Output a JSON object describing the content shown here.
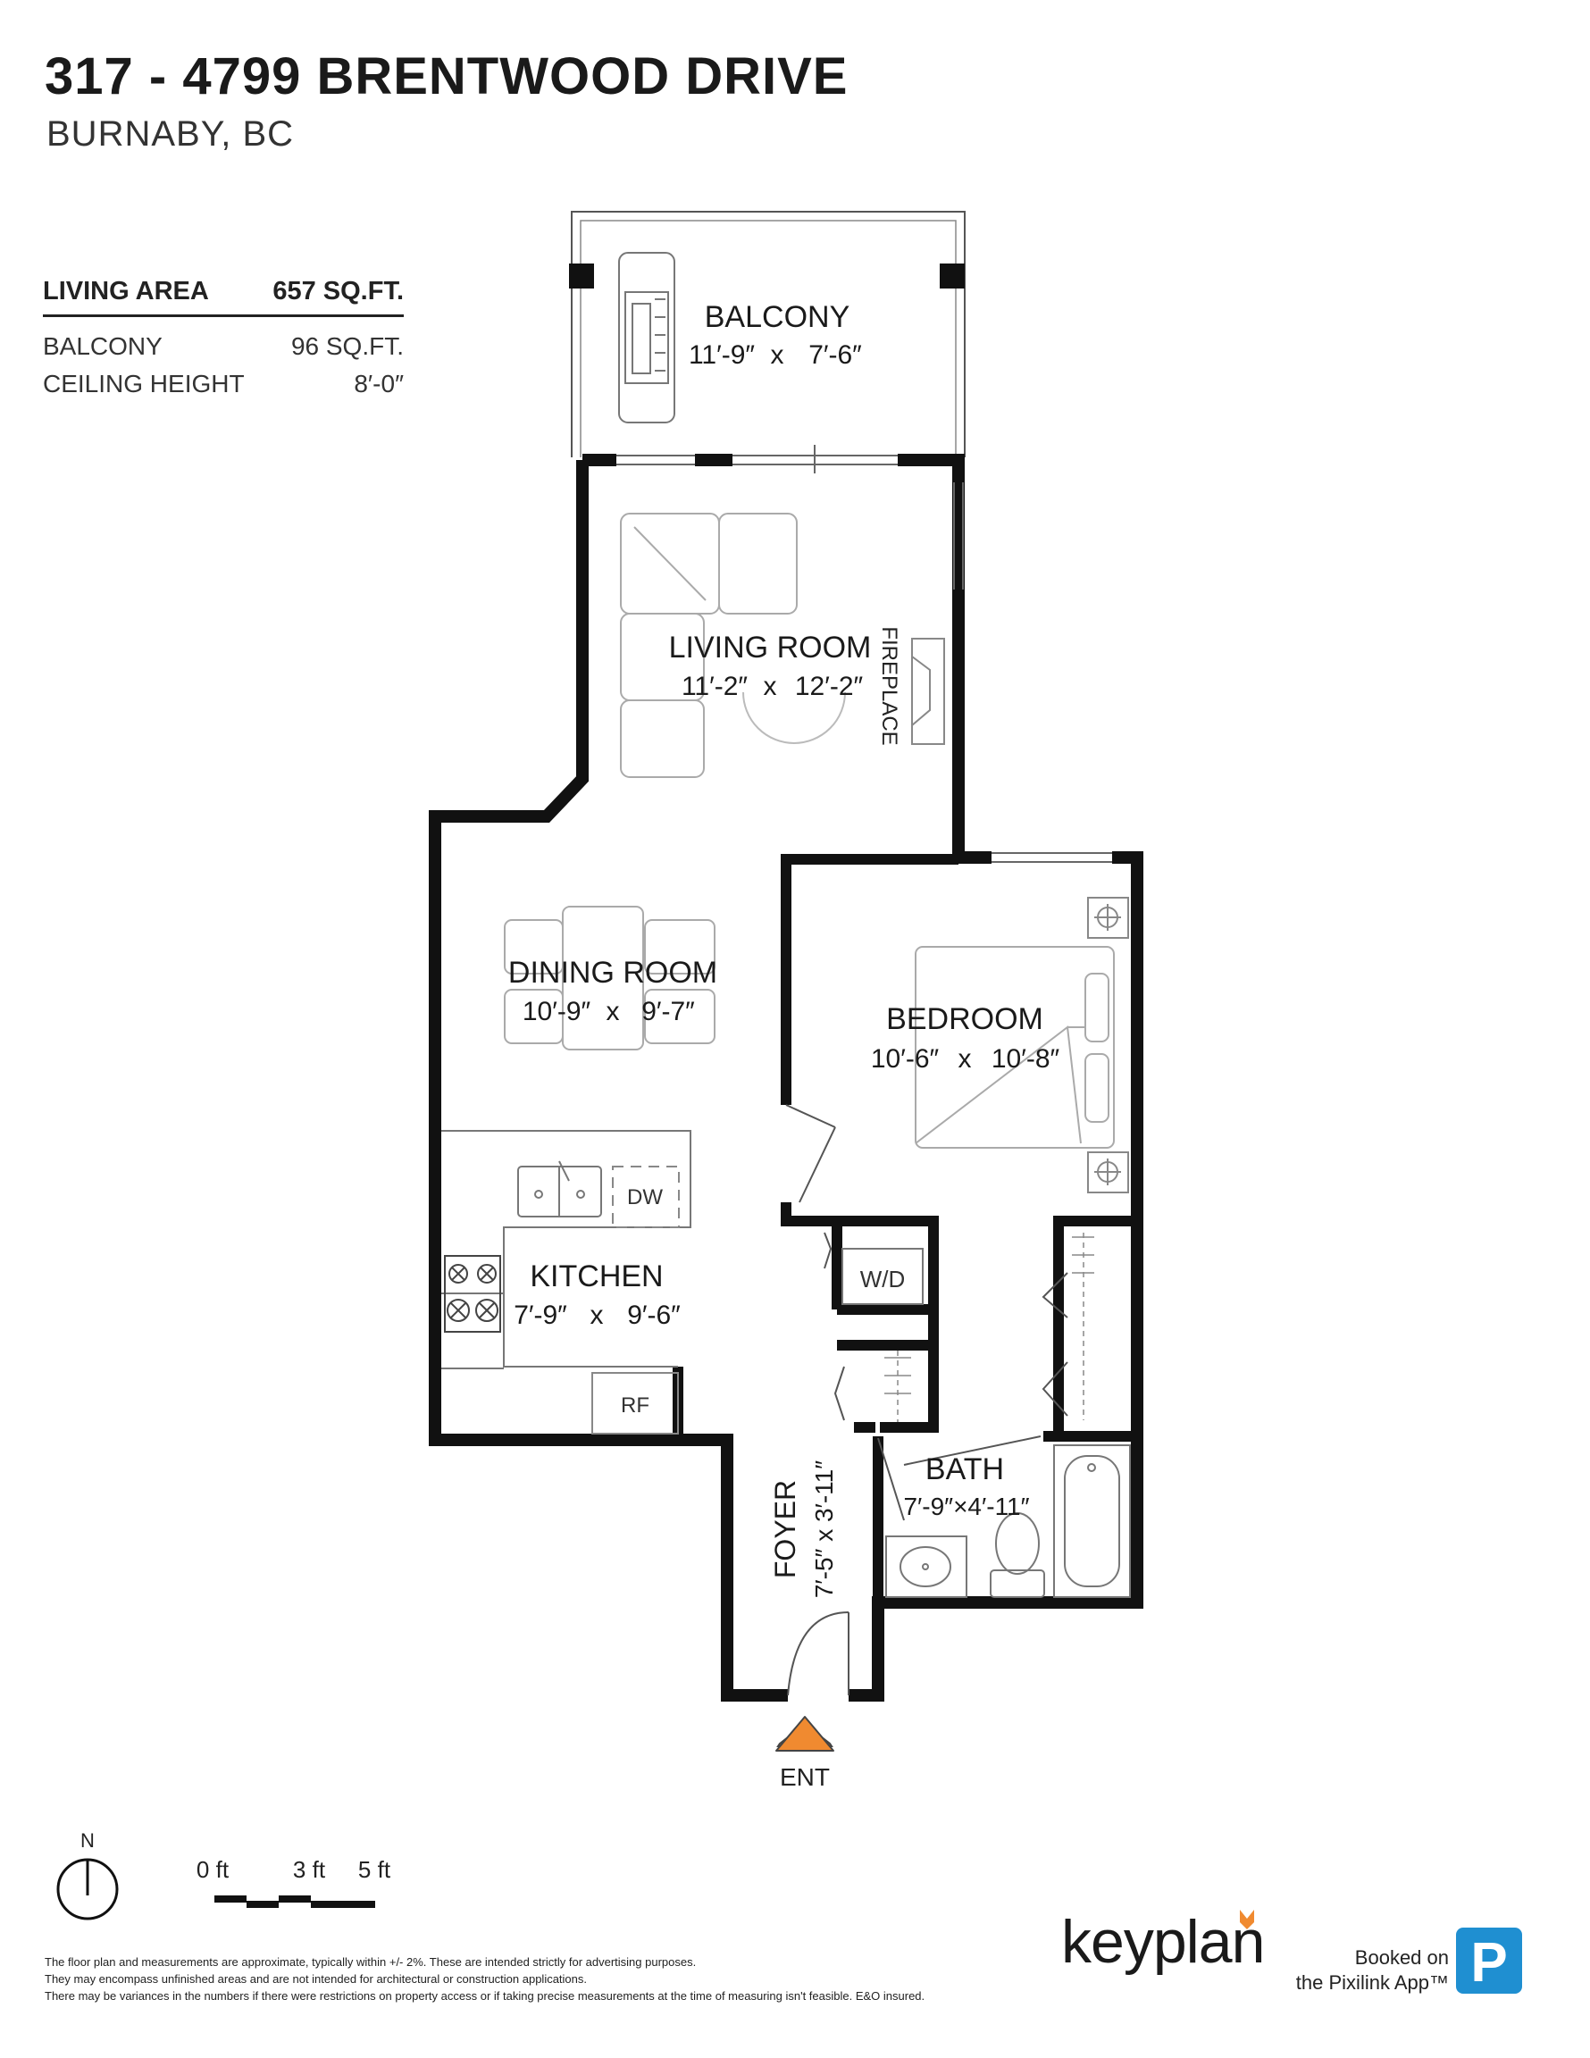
{
  "header": {
    "title": "317 - 4799 BRENTWOOD DRIVE",
    "subtitle": "BURNABY, BC"
  },
  "stats": [
    {
      "label": "LIVING AREA",
      "value": "657 SQ.FT."
    },
    {
      "label": "BALCONY",
      "value": "96 SQ.FT."
    },
    {
      "label": "CEILING HEIGHT",
      "value": "8′-0″"
    }
  ],
  "rooms": {
    "balcony": {
      "name": "BALCONY",
      "w": "11′-9″",
      "x": "x",
      "h": "7′-6″"
    },
    "living": {
      "name": "LIVING ROOM",
      "w": "11′-2″",
      "x": "x",
      "h": "12′-2″"
    },
    "fireplace": "FIREPLACE",
    "dining": {
      "name": "DINING ROOM",
      "w": "10′-9″",
      "x": "x",
      "h": "9′-7″"
    },
    "bedroom": {
      "name": "BEDROOM",
      "w": "10′-6″",
      "x": "x",
      "h": "10′-8″"
    },
    "kitchen": {
      "name": "KITCHEN",
      "w": "7′-9″",
      "x": "x",
      "h": "9′-6″"
    },
    "bath": {
      "name": "BATH",
      "dims": "7′-9″×4′-11″"
    },
    "foyer": {
      "name": "FOYER",
      "dims": "7′-5″  x  3′-11″"
    }
  },
  "fixtures": {
    "dw": "DW",
    "wd": "W/D",
    "rf": "RF"
  },
  "entrance": {
    "label": "ENT",
    "color": "#F08A30"
  },
  "compass": {
    "label": "N"
  },
  "scale": {
    "labels": [
      "0 ft",
      "3 ft",
      "5 ft"
    ]
  },
  "disclaimer": [
    "The floor plan and measurements are approximate, typically within +/- 2%. These are intended strictly for advertising purposes.",
    "They may encompass unfinished areas and are not intended for architectural or construction applications.",
    "There may be variances in the numbers if there were restrictions on property access or if taking precise measurements at the time of measuring isn't feasible. E&O insured."
  ],
  "branding": {
    "logo": "keyplan",
    "accent": "#F08A30",
    "booked_line1": "Booked on",
    "booked_line2": "the Pixilink App™",
    "app_icon": "P",
    "app_color": "#1F8FD1"
  }
}
